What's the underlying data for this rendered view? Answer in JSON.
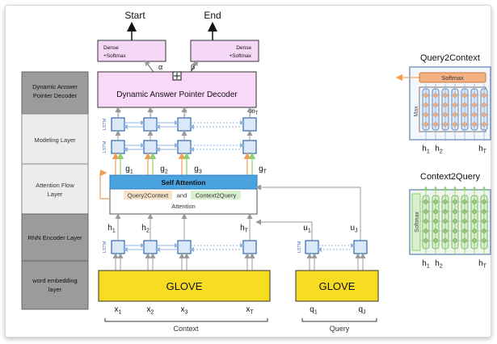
{
  "outputs": {
    "start": "Start",
    "end": "End"
  },
  "dense": {
    "left": [
      "Dense",
      "+Softmax"
    ],
    "right": [
      "Dense",
      "+Softmax"
    ],
    "alpha": "α",
    "beta": "β",
    "concat_symbol": "⊞"
  },
  "decoder": {
    "label": "Dynamic Answer Pointer Decoder",
    "m_last": "m",
    "m_last_sub": "T"
  },
  "layers": {
    "decoder": [
      "Dynamic Answer",
      "Pointer Decoder"
    ],
    "modeling": [
      "Modeling Layer"
    ],
    "attention": [
      "Attention Flow",
      "Layer"
    ],
    "rnn": [
      "RNN Encoder Layer"
    ],
    "embedding": [
      "word embedding",
      "layer"
    ]
  },
  "lstm_label": "LSTM",
  "g_labels": [
    {
      "base": "g",
      "sub": "1"
    },
    {
      "base": "g",
      "sub": "2"
    },
    {
      "base": "g",
      "sub": "3"
    },
    {
      "base": "g",
      "sub": "T"
    }
  ],
  "attention": {
    "self_attention": "Self Attention",
    "q2c": "Query2Context",
    "and": "and",
    "c2q": "Context2Query",
    "attention": "Attention"
  },
  "h_labels": [
    {
      "base": "h",
      "sub": "1"
    },
    {
      "base": "h",
      "sub": "2"
    },
    {
      "base": "h",
      "sub": "T"
    }
  ],
  "u_labels": [
    {
      "base": "u",
      "sub": "1"
    },
    {
      "base": "u",
      "sub": "J"
    }
  ],
  "glove": {
    "context": "GLOVE",
    "query": "GLOVE"
  },
  "x_labels": [
    {
      "base": "x",
      "sub": "1"
    },
    {
      "base": "x",
      "sub": "2"
    },
    {
      "base": "x",
      "sub": "3"
    },
    {
      "base": "x",
      "sub": "T"
    }
  ],
  "q_labels": [
    {
      "base": "q",
      "sub": "1"
    },
    {
      "base": "q",
      "sub": "J"
    }
  ],
  "captions": {
    "context": "Context",
    "query": "Query"
  },
  "side_panels": {
    "q2c_title": "Query2Context",
    "softmax": "Softmax",
    "max": "Max",
    "c2q_title": "Context2Query",
    "softmax_vertical": "Softmax",
    "h_labels": [
      {
        "base": "h",
        "sub": "1"
      },
      {
        "base": "h",
        "sub": "2"
      },
      {
        "base": "h",
        "sub": "T"
      }
    ]
  },
  "colors": {
    "dense_fill": "#f6d9f6",
    "decoder_fill": "#f9d8f8",
    "layer_dark": "#9b9b9b",
    "layer_light": "#ececec",
    "lstm_fill": "#dbe8f7",
    "lstm_stroke": "#3f6fb5",
    "self_attention": "#4aa3df",
    "q2c_fill": "#f9e3c8",
    "c2q_fill": "#d9f0cf",
    "glove": "#f7dc22",
    "orange": "#f0a056",
    "green": "#8fce6f",
    "softmax_fill": "#f4b183",
    "arrow_gray": "#9a9a9a"
  }
}
